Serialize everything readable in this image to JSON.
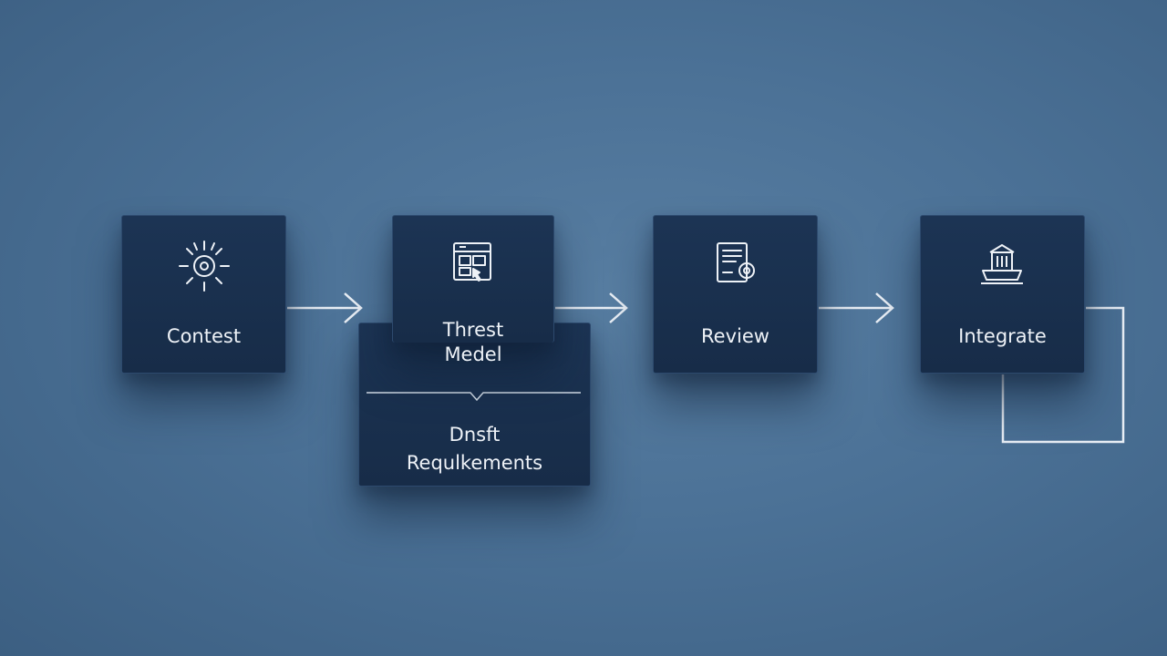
{
  "diagram": {
    "steps": [
      {
        "id": "context",
        "label": "Contest",
        "icon": "sun-target-icon"
      },
      {
        "id": "threat_model",
        "label": "Threst\nMedel",
        "icon": "browser-window-icon"
      },
      {
        "id": "draft_requirements",
        "label": "Dnsft\nRequlkements",
        "icon": ""
      },
      {
        "id": "review",
        "label": "Review",
        "icon": "document-seal-icon"
      },
      {
        "id": "integrate",
        "label": "Integrate",
        "icon": "building-icon"
      }
    ],
    "colors": {
      "background": "#4b7196",
      "card": "#1a3150",
      "card_border": "#2d4a6e",
      "text": "#eef2f7",
      "line": "#e8eef5"
    }
  }
}
